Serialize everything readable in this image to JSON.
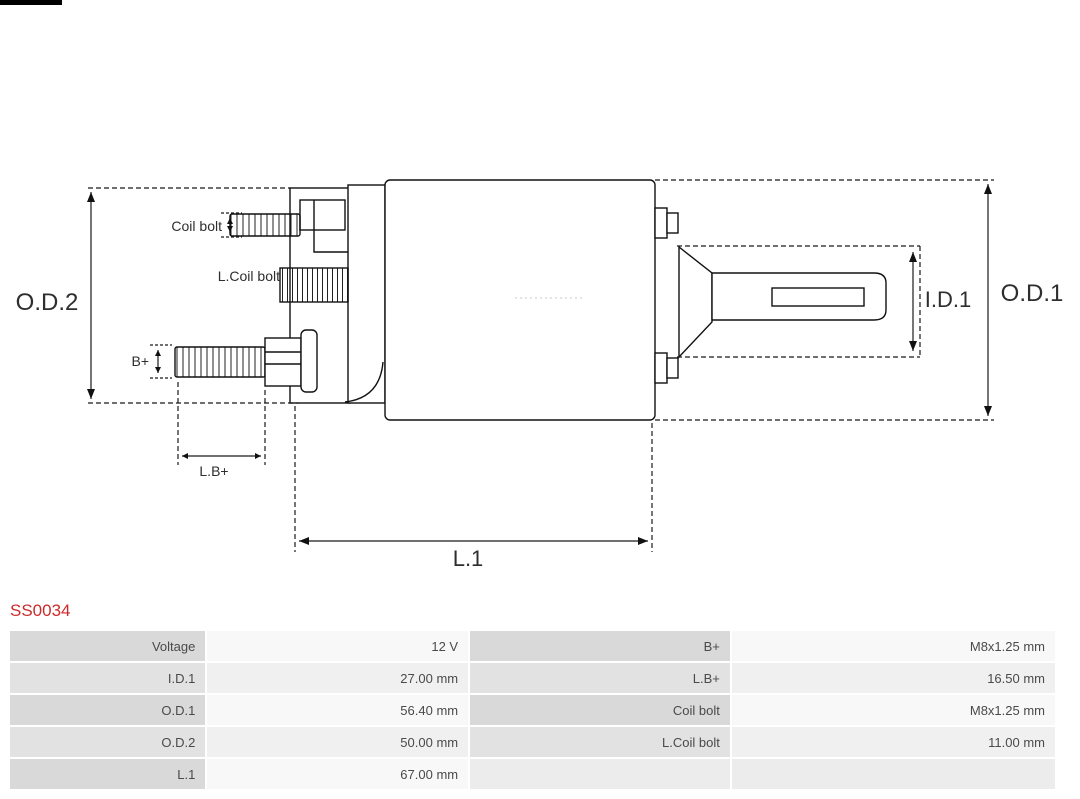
{
  "part": {
    "code": "SS0034"
  },
  "colors": {
    "part_code": "#cc2b2b",
    "line": "#111111"
  },
  "diagram": {
    "labels": {
      "od2": "O.D.2",
      "od1": "O.D.1",
      "id1": "I.D.1",
      "l1": "L.1",
      "lb": "L.B+",
      "b": "B+",
      "coil_bolt": "Coil bolt",
      "l_coil_bolt": "L.Coil bolt"
    }
  },
  "table": {
    "rows": [
      [
        "Voltage",
        "12 V",
        "B+",
        "M8x1.25 mm"
      ],
      [
        "I.D.1",
        "27.00 mm",
        "L.B+",
        "16.50 mm"
      ],
      [
        "O.D.1",
        "56.40 mm",
        "Coil bolt",
        "M8x1.25 mm"
      ],
      [
        "O.D.2",
        "50.00 mm",
        "L.Coil bolt",
        "11.00 mm"
      ],
      [
        "L.1",
        "67.00 mm",
        "",
        ""
      ]
    ]
  }
}
